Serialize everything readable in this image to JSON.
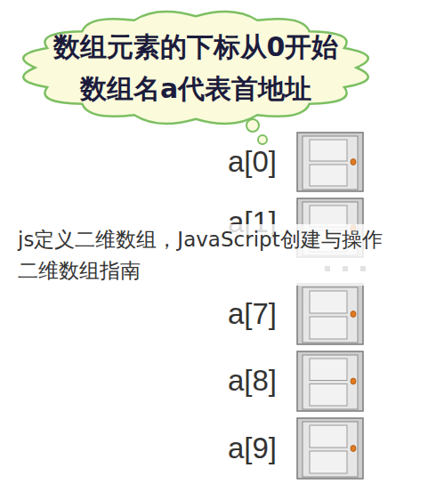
{
  "diagram": {
    "nodes": [
      {
        "text": [
          "数组元素的下标从0开始",
          "数组名a代表首地址"
        ]
      },
      {
        "text": [
          "a[0]"
        ]
      },
      {
        "text": [
          "a[1]"
        ]
      },
      {
        "text": [
          "a[7]"
        ]
      },
      {
        "text": [
          "a[8]"
        ]
      },
      {
        "text": [
          "a[9]"
        ]
      }
    ],
    "labels": [
      "js定义二维数组，JavaScript创建与操作二维数组指南"
    ]
  }
}
